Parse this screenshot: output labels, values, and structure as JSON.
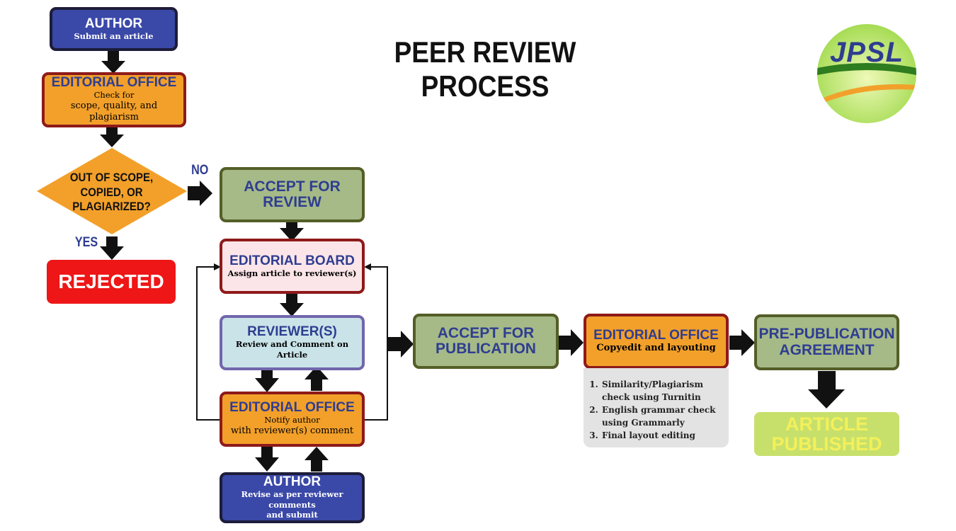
{
  "title": "PEER REVIEW PROCESS",
  "logo": {
    "text": "JPSL"
  },
  "nodes": {
    "author_submit": {
      "title": "AUTHOR",
      "subtitle": "Submit an article"
    },
    "editorial_check": {
      "title": "EDITORIAL OFFICE",
      "line1": "Check for",
      "line2": "scope, quality, and plagiarism"
    },
    "decision": {
      "line1": "OUT OF SCOPE,",
      "line2": "COPIED, OR",
      "line3": "PLAGIARIZED?"
    },
    "rejected": {
      "title": "REJECTED"
    },
    "accept_review": {
      "title": "ACCEPT FOR REVIEW"
    },
    "editorial_board": {
      "title": "EDITORIAL BOARD",
      "subtitle": "Assign article to reviewer(s)"
    },
    "reviewers": {
      "title": "REVIEWER(S)",
      "subtitle": "Review and Comment on Article"
    },
    "editorial_notify": {
      "title": "EDITORIAL OFFICE",
      "line1": "Notify author",
      "line2": "with reviewer(s) comment"
    },
    "author_revise": {
      "title": "AUTHOR",
      "line1": "Revise as per reviewer comments",
      "line2": "and submit"
    },
    "accept_publication": {
      "line1": "ACCEPT FOR",
      "line2": "PUBLICATION"
    },
    "editorial_copyedit": {
      "title": "EDITORIAL OFFICE",
      "subtitle": "Copyedit and layouting"
    },
    "pre_publication": {
      "line1": "PRE-PUBLICATION",
      "line2": "AGREEMENT"
    },
    "published": {
      "title": "ARTICLE PUBLISHED"
    }
  },
  "labels": {
    "no": "NO",
    "yes": "YES"
  },
  "checklist": [
    "Similarity/Plagiarism check using Turnitin",
    "English grammar check using Grammarly",
    "Final layout editing"
  ]
}
